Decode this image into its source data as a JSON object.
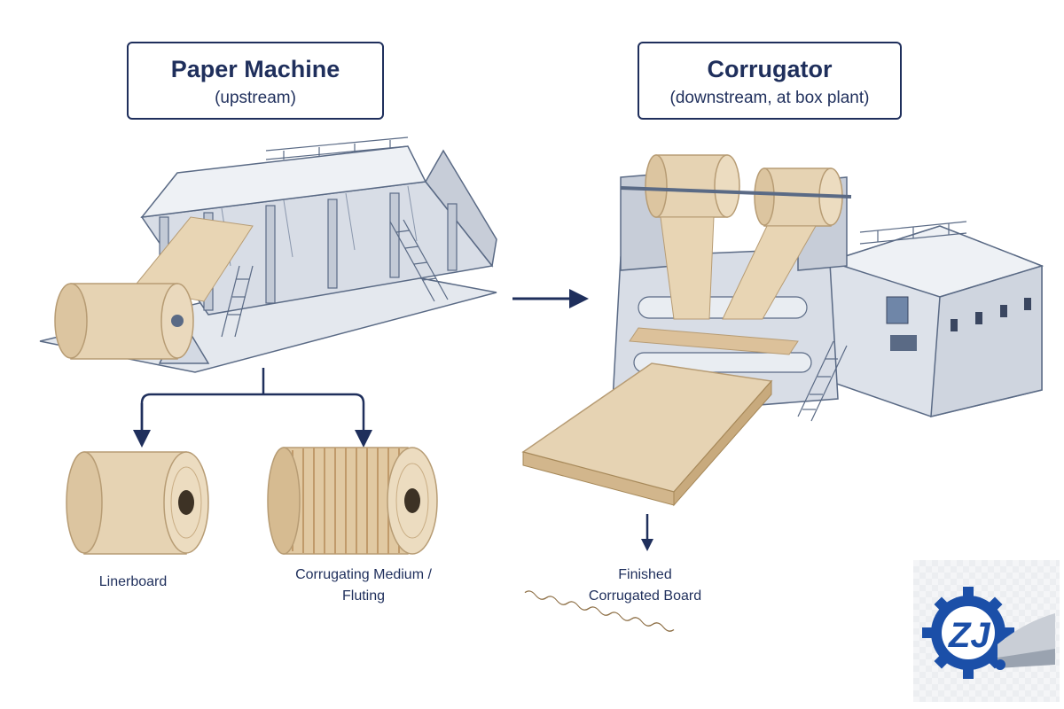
{
  "paper_machine": {
    "title": "Paper Machine",
    "subtitle": "(upstream)"
  },
  "corrugator": {
    "title": "Corrugator",
    "subtitle": "(downstream, at box plant)"
  },
  "outputs": {
    "linerboard": "Linerboard",
    "medium_line1": "Corrugating Medium /",
    "medium_line2": "Fluting"
  },
  "finished": {
    "line1": "Finished",
    "line2": "Corrugated Board"
  },
  "logo": {
    "text": "ZJ"
  },
  "colors": {
    "navy": "#1f2f5c",
    "kraft": "#e6d3b3",
    "kraft_dark": "#c9ad84",
    "machine": "#dfe3ea",
    "machine_edge": "#5a6a85",
    "logo_blue": "#1b4fa8"
  }
}
